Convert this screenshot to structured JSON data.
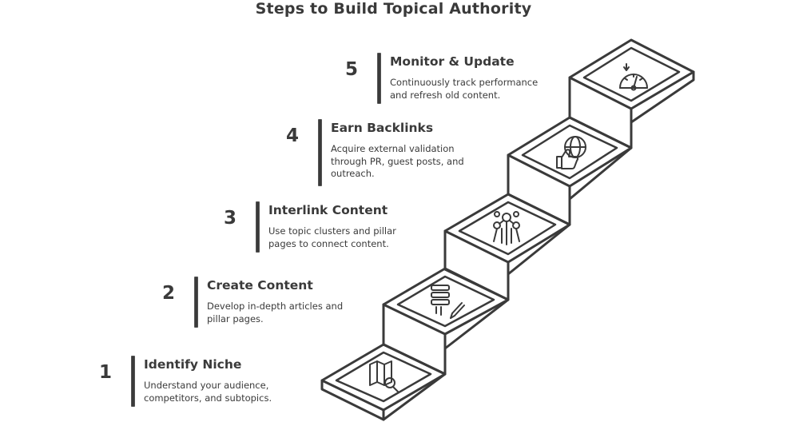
{
  "title": "Steps to Build Topical Authority",
  "steps": [
    {
      "number": "1",
      "heading": "Identify Niche",
      "description": "Understand your audience,\ncompetitors, and subtopics.",
      "icon": "map-search-icon"
    },
    {
      "number": "2",
      "heading": "Create Content",
      "description": "Develop in-depth articles and\npillar pages.",
      "icon": "content-writing-icon"
    },
    {
      "number": "3",
      "heading": "Interlink Content",
      "description": "Use topic clusters and pillar\npages to connect content.",
      "icon": "network-cluster-icon"
    },
    {
      "number": "4",
      "heading": "Earn Backlinks",
      "description": "Acquire external validation\nthrough PR, guest posts, and\noutreach.",
      "icon": "globe-thumbs-up-icon"
    },
    {
      "number": "5",
      "heading": "Monitor & Update",
      "description": "Continuously track performance\nand refresh old content.",
      "icon": "gauge-icon"
    }
  ],
  "colors": {
    "ink": "#3a3a3a",
    "background": "#ffffff"
  }
}
